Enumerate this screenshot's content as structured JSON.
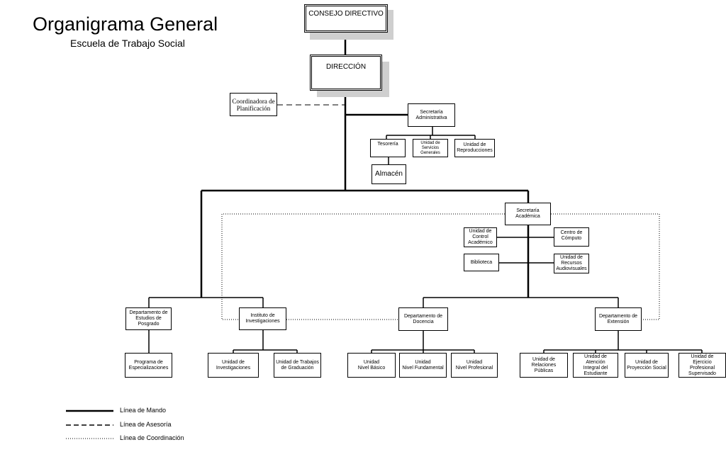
{
  "header": {
    "title": "Organigrama General",
    "subtitle": "Escuela de Trabajo Social"
  },
  "nodes": {
    "consejo": "CONSEJO DIRECTIVO",
    "direccion": "DIRECCIÓN",
    "coordinadora": "Coordinadora de\nPlanificación",
    "sec_admin": "Secretaría\nAdministrativa",
    "tesoreria": "Tesorería",
    "servicios": "Unidad de\nServicios\nGenerales",
    "reproducciones": "Unidad de\nReproducciones",
    "almacen": "Almacén",
    "sec_acad": "Secretaría\nAcadémica",
    "control": "Unidad de\nControl\nAcadémico",
    "computo": "Centro de\nCómputo",
    "biblioteca": "Biblioteca",
    "audiovisuales": "Unidad de\nRecursos\nAudiovisuales",
    "posgrado": "Departamento de\nEstudios de\nPosgrado",
    "instituto": "Instituto de\nInvestigaciones",
    "docencia": "Departamento de\nDocencia",
    "extension": "Departamento de\nExtensión",
    "especializaciones": "Programa de\nEspecializaciones",
    "u_investigaciones": "Unidad de\nInvestigaciones",
    "trabajos_grad": "Unidad de Trabajos\nde Graduación",
    "nivel_basico": "Unidad\nNivel Básico",
    "nivel_fundamental": "Unidad\nNivel Fundamental",
    "nivel_profesional": "Unidad\nNivel Profesional",
    "relaciones": "Unidad de\nRelaciones Públicas",
    "atencion": "Unidad de Atención\nIntegral del\nEstudiante",
    "proyeccion": "Unidad de\nProyección Social",
    "ejercicio": "Unidad de\nEjercicio Profesional\nSupervisado"
  },
  "legend": {
    "mando": "Línea de Mando",
    "asesoria": "Línea de Asesoría",
    "coordinacion": "Línea de Coordinación"
  },
  "colors": {
    "line": "#000000",
    "shadow": "#cfcfcf"
  }
}
